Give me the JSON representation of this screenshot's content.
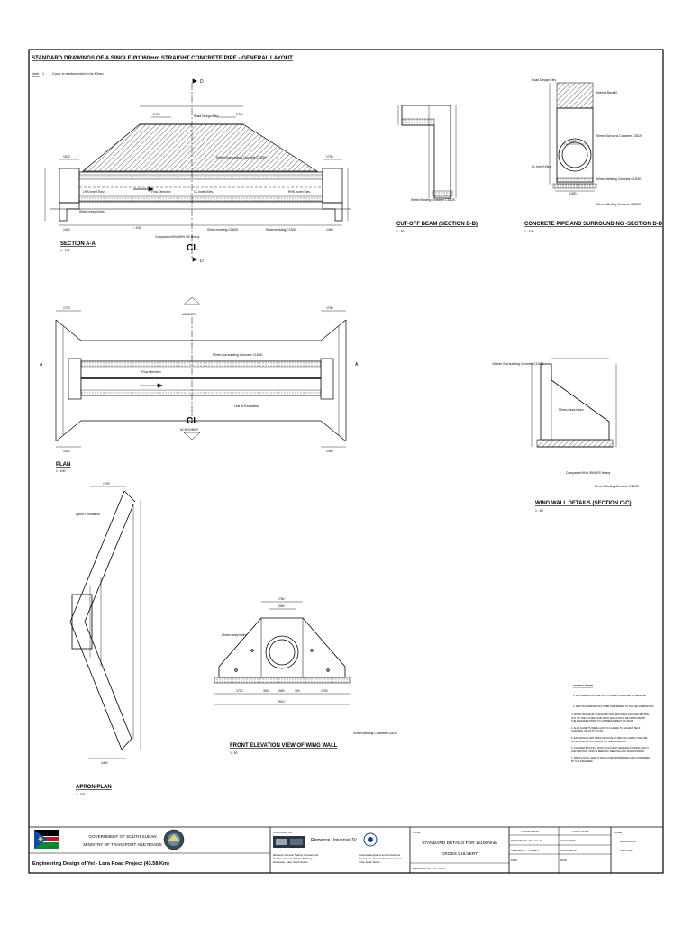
{
  "sheet_title": "STANDARD DRAWINGS OF A SINGLE Ø1060mm STRAIGHT CONCRETE PIPE - GENERAL LAYOUT",
  "note_label": "Note:",
  "note_number": "1",
  "note_text": "Cover to reinforcement to be 40mm",
  "section_aa": {
    "title": "SECTION A-A",
    "scale": "1 : 100",
    "road_design_elev": "Road Design Elev.",
    "slope_left": "2.5%",
    "slope_right": "2.5%",
    "surround": "50mm Surrounding Concrete C15/20",
    "lhs_invert": "LHS Invert Elev.",
    "flow_direction": "Flow Direction",
    "cl_invert": "CL Invert Elev.",
    "rhs_invert": "RHS Invert Elev.",
    "weep_hole": "50mm weep holes",
    "compacted": "Compacted fill to 95% GS Heavy",
    "blinding_left": "50mm bedding C15/20",
    "blinding_right": "50mm bedding C15/20",
    "cl": "CL",
    "marker_top": "D",
    "marker_bottom": "D",
    "dim_left": "1670",
    "dim_right": "1700",
    "dim_bottom_left": "1400",
    "dim_bottom_right": "1400",
    "dim_length": "L / 100"
  },
  "cutoff_beam": {
    "title": "CUT-OFF BEAM (SECTION B-B)",
    "scale": "1 : 50",
    "blinding": "50mm Blinding Concrete C15/20"
  },
  "section_dd": {
    "title": "CONCRETE PIPE AND SURROUNDING -SECTION D-D",
    "scale": "1 : 100",
    "road_design_elev": "Road Design Elev.",
    "normal_backfill": "Normal Backfill",
    "surround": "50mm Surround Concrete C15/20",
    "cl_invert": "CL Invert Elev.",
    "bedding": "50mm Bedding Concrete C15/20",
    "blinding": "50mm Blinding Concrete C15/20",
    "dim_pipe": "1060",
    "dim_width": "1400"
  },
  "plan": {
    "title": "PLAN",
    "scale": "1 : 100",
    "town_top": "MUSINGO",
    "town_bottom": "ACHOLIBUR",
    "surround": "50mm Surrounding Concrete C15/20",
    "flow_direction": "Flow Direction",
    "excavation": "Line of Excavation",
    "cl": "CL",
    "marker_a": "A",
    "dim_left": "1700",
    "dim_right": "1700",
    "dim_bl": "1400",
    "dim_br": "1400"
  },
  "wing_wall": {
    "title": "WING WALL DETAILS (SECTION C-C)",
    "scale": "1 : 50",
    "surround": "150mm Surrounding Concrete C15/20",
    "weep_hole": "50mm weep holes",
    "compacted": "Compacted fill to 95% GS Heavy",
    "blinding": "50mm Blinding Concrete C15/20"
  },
  "apron_plan": {
    "title": "APRON PLAN",
    "scale": "1 : 100",
    "apron_foundation": "Apron Foundation",
    "dim_top": "1700",
    "dim_bottom": "1400"
  },
  "front_elevation": {
    "title": "FRONT ELEVATION VIEW OF WING WALL",
    "scale": "1 : 50",
    "weep_hole": "50mm weep holes",
    "blinding": "50mm Blinding Concrete C15/20",
    "dim_top": "1760",
    "dim_top2": "1060",
    "dims_bottom": [
      "1700",
      "300",
      "1060",
      "300",
      "1700"
    ],
    "dim_total": "5010"
  },
  "general_notes": {
    "title": "GENERAL NOTES",
    "items": [
      "1. ALL DIMENSIONS ARE IN mm UNLESS SPECIFIED OTHERWISE.",
      "2. WRITTEN DIMENSIONS TO BE PREFERRED TO SCALED DIMENSIONS.",
      "3. WORK PROGRAM, CONSTRUCTION METHODOLOGY AND SETTING OUT OF THE CULVERT AND WING WALLS MUST BE APPROVED BY THE ENGINEER PRIOR TO COMMENCEMENT OF WORK.",
      "4. ALL CULVERTS WERE LAID TO A GRADE TO ACHIEVE SELF CLEANING VELOCITY FLOW.",
      "5. EXCAVATION AND SIDES VERTICALLY ARE FOLLOWING THE LINE OF EXCAVATION AS SHOWN ON THE DRAWINGS.",
      "6. CONCRETE CLASS - 20/20 IN CULVERT HEADWALLS, WING WALLS AND APRONS - 15/20 IN BEDDING, BEDDING AND SURROUNDING.",
      "7. WEEP HOLES' HEIGHT SHOULD BE DETERMINED AND CONFIRMED BY THE ENGINEER."
    ]
  },
  "title_block": {
    "govt_line1": "GOVERNMENT OF SOUTH SUDAN",
    "govt_line2": "MINISTRY OF TRANSPORT AND ROADS",
    "project": "Engineering Design of Yei - Lora Road Project (43.58 Km)",
    "contractor_label": "CONTRACTOR",
    "jv_name": "Remenze Universal JV",
    "company1_line1": "Remenze General Trading Company Ltd",
    "company1_line2": "2nd floor, Former UNICEL Building",
    "company1_line3": "Downtown, Juba, South Sudan",
    "company2_line1": "Universal Engineers and Consultants",
    "company2_line2": "Raj Cinema, Ramciel Extension Road",
    "company2_line3": "Juba, South Sudan",
    "title_label": "TITLE",
    "drawing_title_line1": "STANDARD DETAILS FOR 1x1060mm",
    "drawing_title_line2": "CROSS CULVERT",
    "drawing_no": "DRAWING NO : YL-TD-XX",
    "col_contractor": "CONTRACTOR",
    "col_consultant": "CONSULTANT",
    "designed_by": "DESIGNED BY : Remenze JV",
    "checked_by_left": "CHECKED BY : Thomas A.",
    "date_left": "DATE",
    "checked_by_right": "CHECKED BY :",
    "approved_by": "APPROVED BY :",
    "date_right": "DATE",
    "scale_label": "SCALE",
    "horizontal": "HORIZONTAL",
    "vertical": "VERTICAL"
  }
}
